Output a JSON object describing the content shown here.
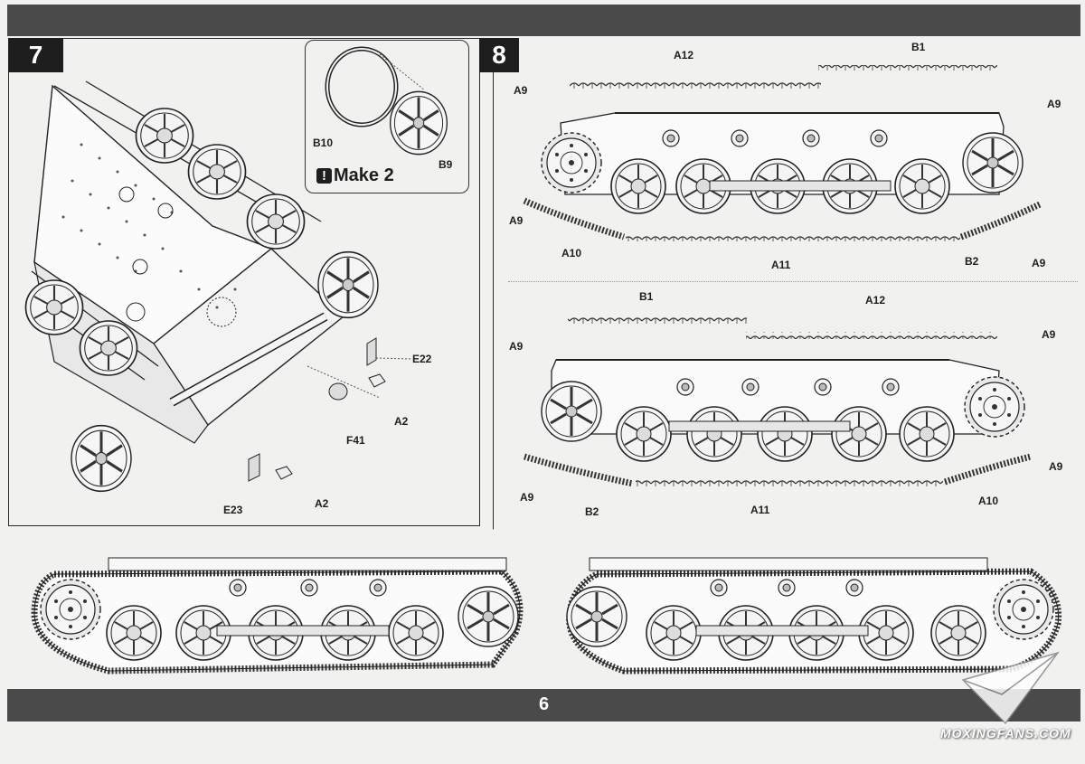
{
  "page": {
    "number": "6"
  },
  "step7": {
    "step_number": "7",
    "labels": {
      "e22": "E22",
      "a2_upper": "A2",
      "f41": "F41",
      "e23": "E23",
      "a2_lower": "A2"
    },
    "inset": {
      "b10": "B10",
      "b9": "B9",
      "make_text": "Make 2",
      "make_icon": "exclamation-icon"
    }
  },
  "step8": {
    "step_number": "8",
    "top_view": {
      "a12": "A12",
      "b1": "B1",
      "a9_tl": "A9",
      "a9_tr": "A9",
      "a9_ml": "A9",
      "a10": "A10",
      "a11": "A11",
      "b2": "B2",
      "a9_br": "A9"
    },
    "bottom_view": {
      "b1": "B1",
      "a12": "A12",
      "a9_tl": "A9",
      "a9_tr": "A9",
      "a9_bl": "A9",
      "a9_br": "A9",
      "b2": "B2",
      "a11": "A11",
      "a10": "A10"
    }
  },
  "watermark": {
    "text": "MOXINGFANS.COM",
    "icon": "paper-plane-logo-icon"
  },
  "colors": {
    "bar": "#4a4a4a",
    "ink": "#1e1e1e",
    "paper": "#f1f1ef"
  }
}
